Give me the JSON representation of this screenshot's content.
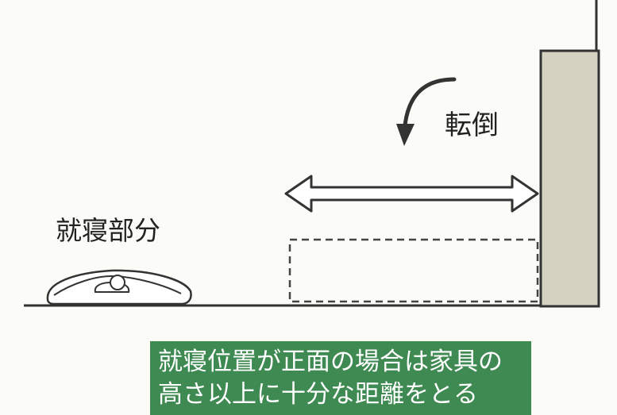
{
  "labels": {
    "fall": "転倒",
    "sleeping_area": "就寝部分"
  },
  "caption": {
    "line1": "就寝位置が正面の場合は家具の",
    "line2": "高さ以上に十分な距離をとる"
  },
  "colors": {
    "background": "#fbfbf7",
    "furniture_fill": "#d6d2c2",
    "caption_bg": "#3f8a52",
    "caption_text": "#ffffff",
    "line": "#333333"
  }
}
